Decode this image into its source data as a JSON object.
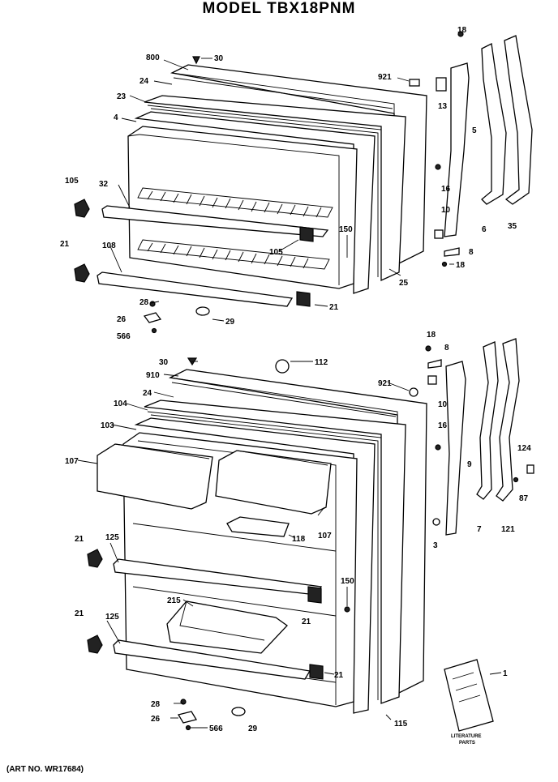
{
  "header": {
    "title": "MODEL TBX18PNM"
  },
  "footer": {
    "art_number": "(ART NO. WR17684)"
  },
  "literature_text": {
    "line1": "LITERATURE",
    "line2": "PARTS"
  },
  "callouts": {
    "upper": {
      "c800": "800",
      "c30": "30",
      "c24": "24",
      "c23": "23",
      "c4": "4",
      "c921": "921",
      "c18a": "18",
      "c13": "13",
      "c5": "5",
      "c16": "16",
      "c105a": "105",
      "c32": "32",
      "c21a": "21",
      "c108": "108",
      "c150": "150",
      "c105b": "105",
      "c10": "10",
      "c6": "6",
      "c35": "35",
      "c8": "8",
      "c18b": "18",
      "c25": "25",
      "c28": "28",
      "c21b": "21",
      "c26": "26",
      "c29": "29",
      "c566": "566"
    },
    "lower": {
      "c18": "18",
      "c8": "8",
      "c30": "30",
      "c112": "112",
      "c910": "910",
      "c921": "921",
      "c24": "24",
      "c104": "104",
      "c10": "10",
      "c103": "103",
      "c16": "16",
      "c107a": "107",
      "c9": "9",
      "c124": "124",
      "c87": "87",
      "c107b": "107",
      "c7": "7",
      "c121": "121",
      "c118": "118",
      "c3": "3",
      "c21a": "21",
      "c125a": "125",
      "c150": "150",
      "c215": "215",
      "c21b": "21",
      "c21c": "21",
      "c125b": "125",
      "c21d": "21",
      "c1": "1",
      "c28": "28",
      "c115": "115",
      "c26": "26",
      "c566": "566",
      "c29": "29"
    }
  }
}
